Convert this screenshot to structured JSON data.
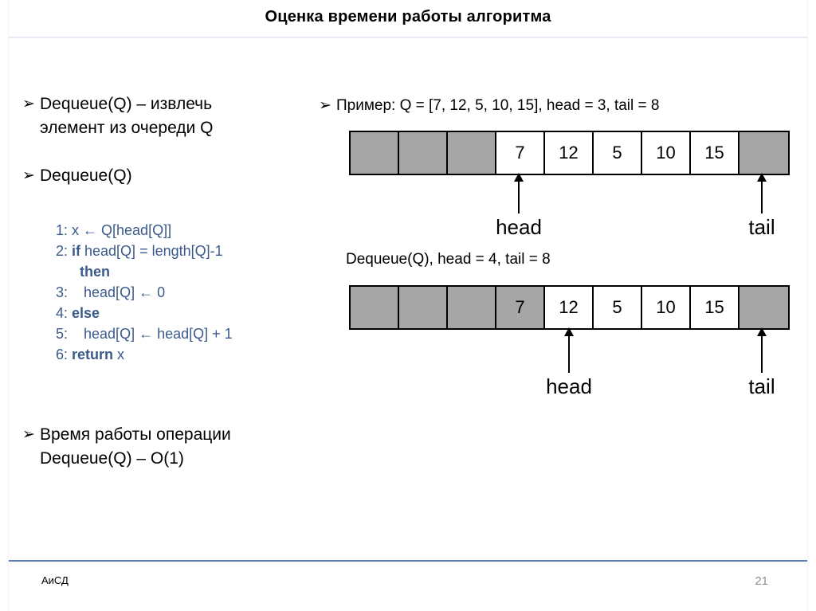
{
  "slide": {
    "title": "Оценка времени работы алгоритма",
    "bullet_marker": "➢",
    "accent_color": "#5b7cb5",
    "code_color": "#3a5a8c",
    "cell_gray": "#a6a6a6"
  },
  "left_column": {
    "bullets": [
      {
        "id": "dequeue-desc",
        "text": "Dequeue(Q) – извлечь\nэлемент из очереди Q"
      },
      {
        "id": "dequeue-name",
        "text": "Dequeue(Q)"
      },
      {
        "id": "time",
        "text": "Время работы операции\nDequeue(Q) – O(1)"
      }
    ],
    "pseudocode": [
      {
        "num": "1:",
        "indent": "",
        "pre": "",
        "keyword": "",
        "post": "x ← Q[head[Q]]"
      },
      {
        "num": "2:",
        "indent": "",
        "pre": "",
        "keyword": "if",
        "post": " head[Q] = length[Q]-1"
      },
      {
        "num": "",
        "indent": "   ",
        "pre": "",
        "keyword": "then",
        "post": ""
      },
      {
        "num": "3:",
        "indent": "",
        "pre": "",
        "keyword": "",
        "post": "   head[Q] ← 0"
      },
      {
        "num": "4:",
        "indent": "",
        "pre": "",
        "keyword": "else",
        "post": ""
      },
      {
        "num": "5:",
        "indent": "",
        "pre": "",
        "keyword": "",
        "post": "   head[Q] ← head[Q] + 1"
      },
      {
        "num": "6:",
        "indent": "",
        "pre": "",
        "keyword": "return",
        "post": " x"
      }
    ]
  },
  "right_column": {
    "example_bullet": "Пример: Q = [7, 12, 5, 10, 15], head  = 3, tail = 8",
    "dequeue_caption": "Dequeue(Q), head  = 4, tail = 8",
    "diagram_1": {
      "cells": [
        {
          "value": "",
          "gray": true
        },
        {
          "value": "",
          "gray": true
        },
        {
          "value": "",
          "gray": true
        },
        {
          "value": "7",
          "gray": false
        },
        {
          "value": "12",
          "gray": false
        },
        {
          "value": "5",
          "gray": false
        },
        {
          "value": "10",
          "gray": false
        },
        {
          "value": "15",
          "gray": false
        },
        {
          "value": "",
          "gray": true
        }
      ],
      "head_label": "head",
      "tail_label": "tail",
      "head_index": 3,
      "tail_index": 8
    },
    "diagram_2": {
      "cells": [
        {
          "value": "",
          "gray": true
        },
        {
          "value": "",
          "gray": true
        },
        {
          "value": "",
          "gray": true
        },
        {
          "value": "7",
          "gray": true
        },
        {
          "value": "12",
          "gray": false
        },
        {
          "value": "5",
          "gray": false
        },
        {
          "value": "10",
          "gray": false
        },
        {
          "value": "15",
          "gray": false
        },
        {
          "value": "",
          "gray": true
        }
      ],
      "head_label": "head",
      "tail_label": "tail",
      "head_index": 4,
      "tail_index": 8
    }
  },
  "footer": {
    "label": "АиСД",
    "page_number": "21"
  }
}
